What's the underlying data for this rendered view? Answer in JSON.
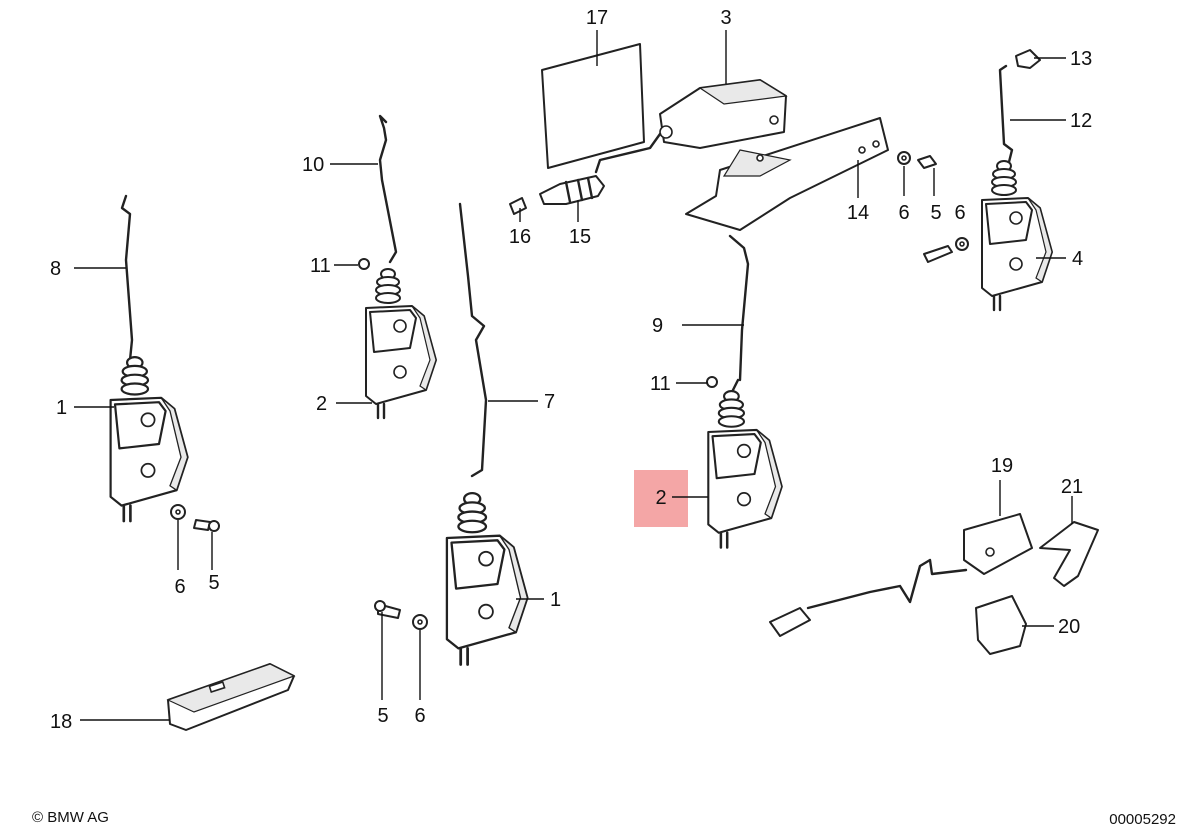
{
  "callouts": {
    "c1a": "1",
    "c1b": "1",
    "c2a": "2",
    "c2b": "2",
    "c3": "3",
    "c4": "4",
    "c5a": "5",
    "c5b": "5",
    "c5c": "5",
    "c6a": "6",
    "c6b": "6",
    "c6c": "6",
    "c6d": "6",
    "c7": "7",
    "c8": "8",
    "c9": "9",
    "c10": "10",
    "c11a": "11",
    "c11b": "11",
    "c12": "12",
    "c13": "13",
    "c14": "14",
    "c15": "15",
    "c16": "16",
    "c17": "17",
    "c18": "18",
    "c19": "19",
    "c20": "20",
    "c21": "21"
  },
  "highlight": {
    "color": "#f4a6a6"
  },
  "footer": {
    "copyright": "© BMW AG",
    "image_number": "00005292"
  }
}
